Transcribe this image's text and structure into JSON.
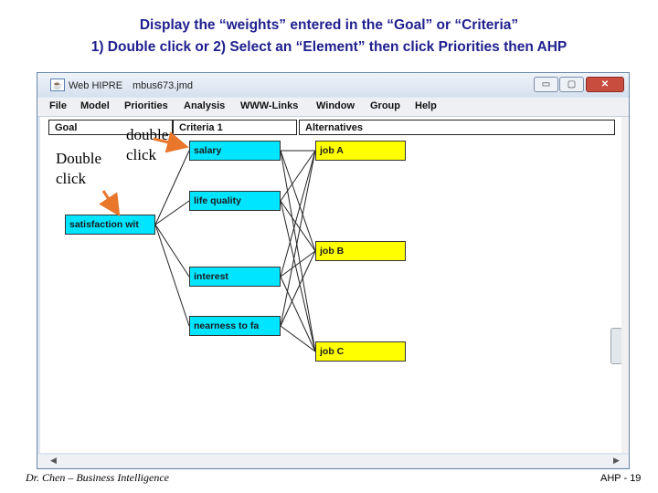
{
  "slide": {
    "title_line1": "Display the “weights” entered in the “Goal” or “Criteria”",
    "title_line2": "1) Double click or 2) Select an “Element” then click Priorities then AHP",
    "footer_left": "Dr. Chen – Business Intelligence",
    "footer_right": "AHP - 19"
  },
  "window": {
    "app_name": "Web HIPRE",
    "document": "mbus673.jmd",
    "minimize": "▭",
    "maximize": "▢",
    "close": "✕"
  },
  "menu": [
    "File",
    "Model",
    "Priorities",
    "Analysis",
    "WWW-Links",
    "Window",
    "Group",
    "Help"
  ],
  "columns": {
    "goal": "Goal",
    "criteria": "Criteria 1",
    "alternatives": "Alternatives"
  },
  "goal_node": "satisfaction wit",
  "criteria": [
    "salary",
    "life quality",
    "interest",
    "nearness to fa"
  ],
  "alternatives": [
    "job A",
    "job B",
    "job C"
  ],
  "annotations": {
    "double_click_left": [
      "Double",
      "click"
    ],
    "double_click_top": [
      "double",
      "click"
    ]
  },
  "colors": {
    "criteria_fill": "#00e5ff",
    "alternative_fill": "#ffff00",
    "arrow": "#e8762b",
    "title_text": "#1f1f8f"
  }
}
